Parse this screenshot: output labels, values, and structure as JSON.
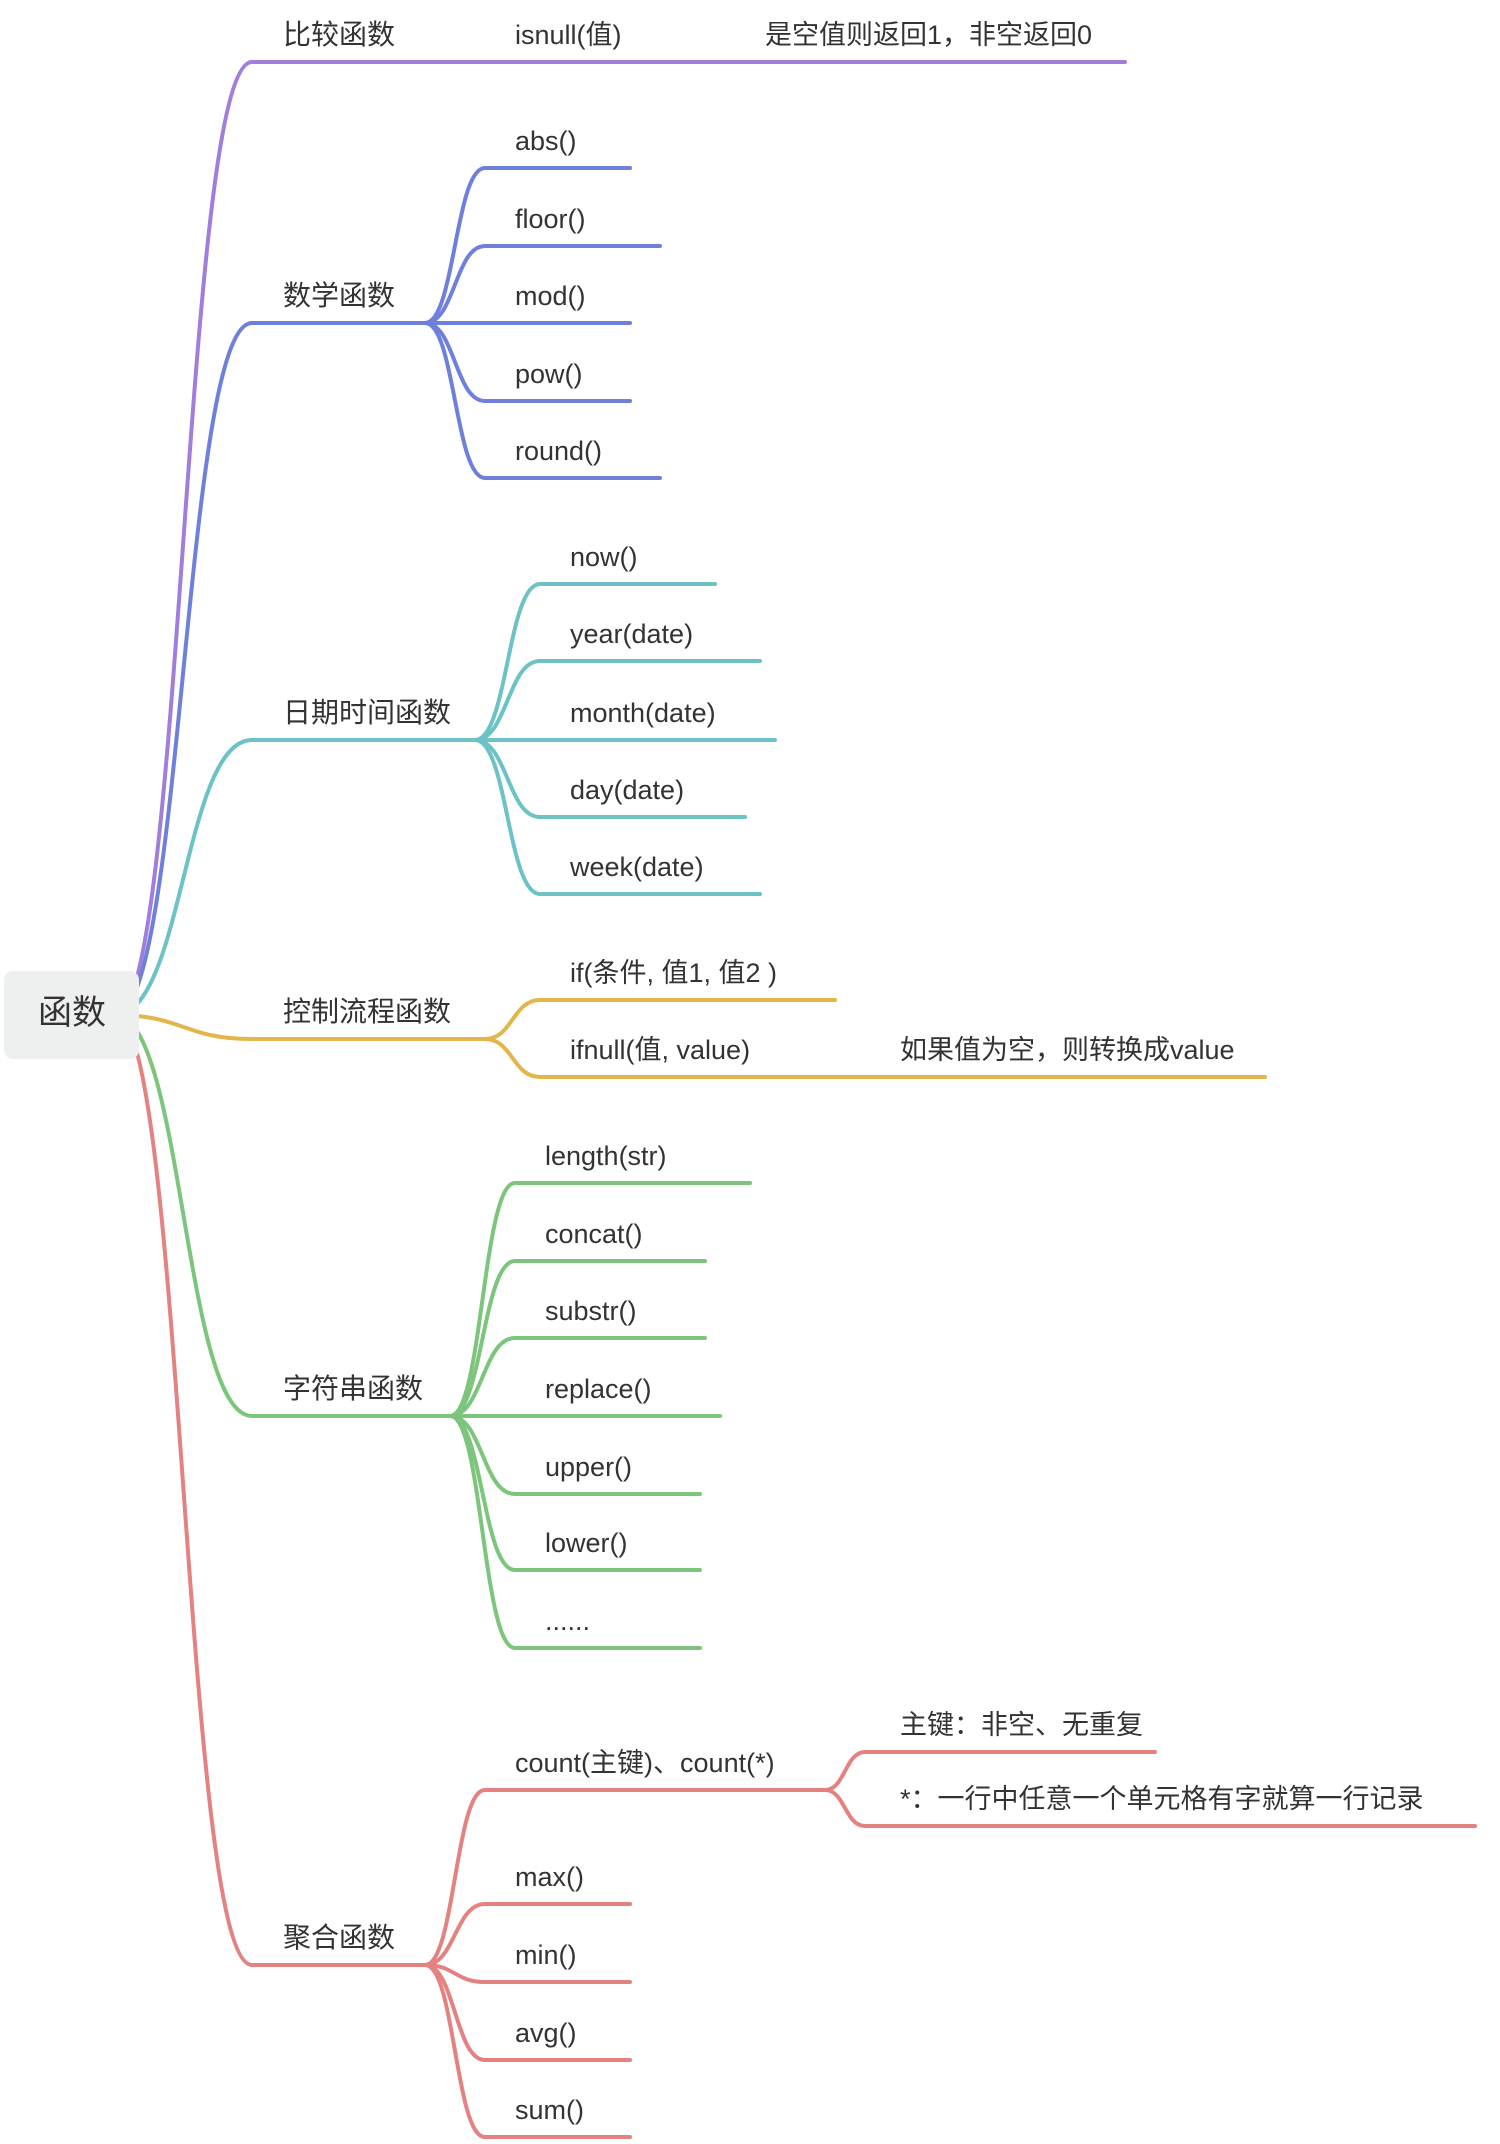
{
  "root": {
    "label": "函数"
  },
  "branches": [
    {
      "id": "compare",
      "label": "比较函数",
      "color": "#a07fdc",
      "children": [
        {
          "label": "isnull(值)",
          "children": [
            {
              "label": "是空值则返回1，非空返回0"
            }
          ]
        }
      ]
    },
    {
      "id": "math",
      "label": "数学函数",
      "color": "#6f80dc",
      "children": [
        {
          "label": "abs()"
        },
        {
          "label": "floor()"
        },
        {
          "label": "mod()"
        },
        {
          "label": "pow()"
        },
        {
          "label": "round()"
        }
      ]
    },
    {
      "id": "date",
      "label": "日期时间函数",
      "color": "#6cc2c4",
      "children": [
        {
          "label": "now()"
        },
        {
          "label": "year(date)"
        },
        {
          "label": "month(date)"
        },
        {
          "label": "day(date)"
        },
        {
          "label": "week(date)"
        }
      ]
    },
    {
      "id": "control",
      "label": "控制流程函数",
      "color": "#e3b54a",
      "children": [
        {
          "label": "if(条件, 值1, 值2 )"
        },
        {
          "label": "ifnull(值, value)",
          "children": [
            {
              "label": "如果值为空，则转换成value"
            }
          ]
        }
      ]
    },
    {
      "id": "string",
      "label": "字符串函数",
      "color": "#7dc57d",
      "children": [
        {
          "label": "length(str)"
        },
        {
          "label": "concat()"
        },
        {
          "label": "substr()"
        },
        {
          "label": "replace()"
        },
        {
          "label": "upper()"
        },
        {
          "label": "lower()"
        },
        {
          "label": "......"
        }
      ]
    },
    {
      "id": "aggregate",
      "label": "聚合函数",
      "color": "#e48282",
      "children": [
        {
          "label": "count(主键)、count(*)",
          "children": [
            {
              "label": "主键：非空、无重复"
            },
            {
              "label": "*：一行中任意一个单元格有字就算一行记录"
            }
          ]
        },
        {
          "label": "max()"
        },
        {
          "label": "min()"
        },
        {
          "label": "avg()"
        },
        {
          "label": "sum()"
        }
      ]
    }
  ]
}
